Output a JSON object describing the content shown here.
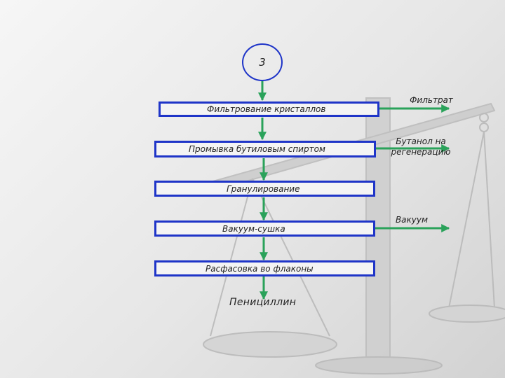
{
  "diagram": {
    "step_number": "3",
    "stages": [
      "Фильтрование кристаллов",
      "Промывка бутиловым спиртом",
      "Гранулирование",
      "Вакуум-сушка",
      "Расфасовка во флаконы"
    ],
    "outputs": [
      "Фильтрат",
      "Бутанол на\nрегенерацию",
      "Вакуум"
    ],
    "result": "Пенициллин",
    "colors": {
      "box_border": "#1f35c8",
      "arrow": "#2aa25a",
      "background_scales": "#b9b9b9"
    }
  }
}
